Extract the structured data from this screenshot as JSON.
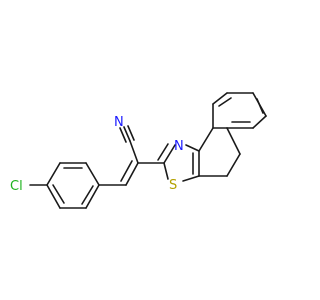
{
  "molecule": {
    "atoms": {
      "chlorine": "Cl",
      "nitrile_nitrogen": "N",
      "thiazole_nitrogen": "N",
      "thiazole_sulfur": "S"
    },
    "colors": {
      "bond": "#1a1a1a",
      "chlorine": "#1db31d",
      "nitrogen": "#1a1aff",
      "sulfur": "#b3a100"
    }
  }
}
